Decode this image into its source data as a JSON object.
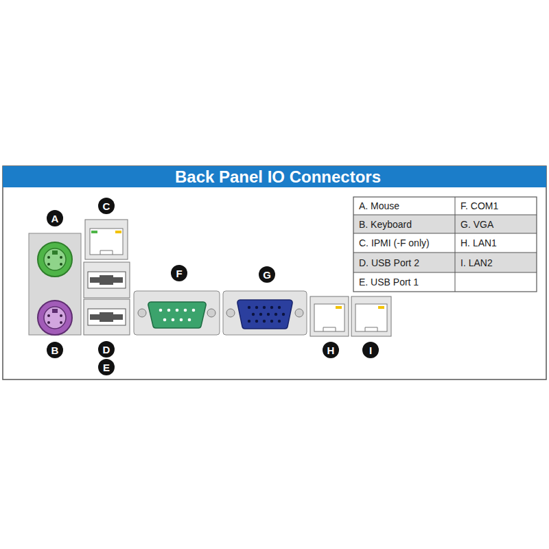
{
  "diagram": {
    "title": "Back Panel IO Connectors",
    "labels": [
      "A",
      "C",
      "F",
      "G",
      "B",
      "D",
      "E",
      "H",
      "I",
      "A. Mouse",
      "F. COM1",
      "B. Keyboard",
      "G. VGA",
      "C. IPMI (-F only)",
      "H. LAN1",
      "D. USB Port 2",
      "I. LAN2",
      "E. USB Port 1"
    ]
  }
}
